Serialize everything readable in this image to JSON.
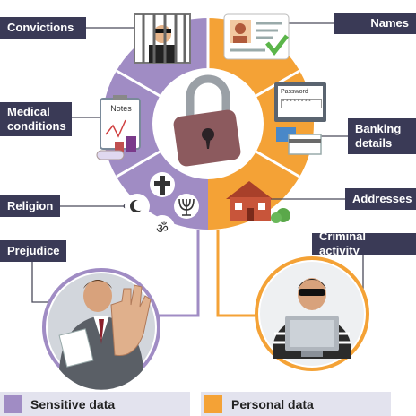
{
  "labels": {
    "convictions": "Convictions",
    "names": "Names",
    "medical": "Medical conditions",
    "banking": "Banking details",
    "religion": "Religion",
    "addresses": "Addresses",
    "prejudice": "Prejudice",
    "criminal": "Criminal activity"
  },
  "illustration": {
    "notes_text": "Notes",
    "password_text": "Password",
    "password_mask": "********"
  },
  "legend": [
    {
      "label": "Sensitive data",
      "color": "#a08cc4"
    },
    {
      "label": "Personal data",
      "color": "#f4a236"
    }
  ],
  "colors": {
    "sensitive": "#a08cc4",
    "personal": "#f4a236",
    "label_bg": "#3a3a56",
    "padlock_body": "#8c5a5e",
    "padlock_shackle": "#9aa0a6"
  }
}
